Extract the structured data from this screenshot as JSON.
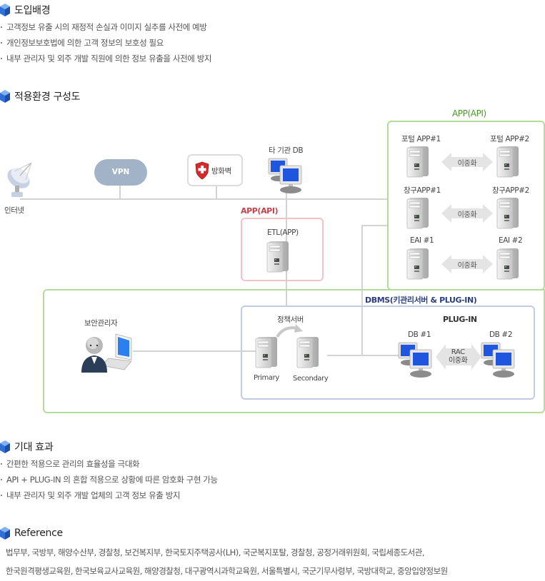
{
  "sections": {
    "intro": {
      "title": "도입배경",
      "bullets": [
        "고객정보 유출 시의 재정적 손실과 이미지 실추를 사전에 예방",
        "개인정보보호법에 의한 고객 정보의 보호성 필요",
        "내부 관리자 및 외주 개발 직원에 의한 정보 유출을 사전에 방지"
      ]
    },
    "diagram": {
      "title": "적용환경 구성도"
    },
    "effect": {
      "title": "기대 효과",
      "bullets": [
        "간편한 적용으로 관리의 효율성을 극대화",
        "API + PLUG-IN 의 혼합 적용으로 상황에 따른 암호화 구현 가능",
        "내부 관리자 및 외주 개발 업체의 고객 정보 유출 방지"
      ]
    },
    "reference": {
      "title": "Reference",
      "lines": [
        "법무부, 국방부, 해양수산부, 경찰청, 보건복지부, 한국토지주택공사(LH), 국군복지포탈, 경찰청, 공정거래위원회, 국립세종도서관,",
        "한국원격평생교육원, 한국보육교사교육원, 해양경찰청, 대구광역시과학교육원, 서울특별시, 국군기무사령부, 국방대학교, 중앙입양정보원"
      ]
    }
  },
  "diagram": {
    "internet_label": "인터넷",
    "vpn_label": "VPN",
    "firewall_label": "방화벽",
    "external_db_label": "타 기관 DB",
    "etl_group_title": "APP(API)",
    "etl_label": "ETL(APP)",
    "app_group_title": "APP(API)",
    "app_servers": [
      {
        "left": "포털 APP#1",
        "right": "포털 APP#2",
        "link": "이중화"
      },
      {
        "left": "창구APP#1",
        "right": "창구APP#2",
        "link": "이중화"
      },
      {
        "left": "EAI #1",
        "right": "EAI #2",
        "link": "이중화"
      }
    ],
    "admin_label": "보안관리자",
    "dbms_group_title": "DBMS(키관리서버 & PLUG-IN)",
    "policy_server_label": "정책서버",
    "primary_label": "Primary",
    "secondary_label": "Secondary",
    "plugin_label": "PLUG-IN",
    "db1_label": "DB #1",
    "db2_label": "DB #2",
    "rac_label_1": "RAC",
    "rac_label_2": "이중화",
    "colors": {
      "app_group_title": "#4a9a2a",
      "etl_group_title": "#c0454c",
      "dbms_group_title": "#2b3f7f",
      "green_border": "#b6dc9c",
      "red_border": "#f0c3c6",
      "blue_border": "#c4cbe6"
    }
  }
}
